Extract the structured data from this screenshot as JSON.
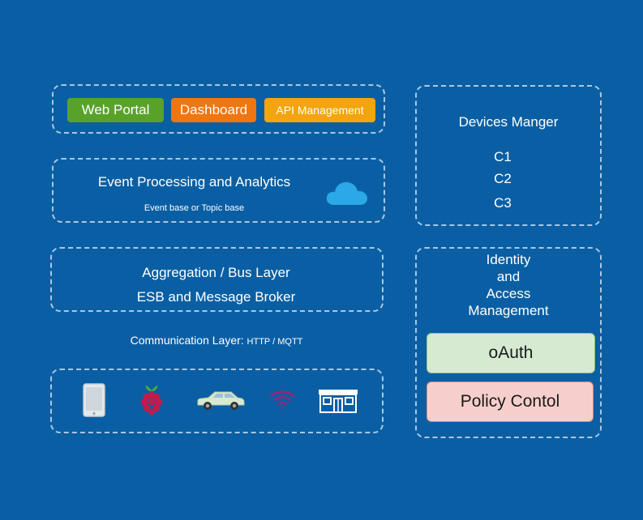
{
  "portal": {
    "web_portal": "Web Portal",
    "dashboard": "Dashboard",
    "api_management": "API Management"
  },
  "event": {
    "title": "Event Processing and Analytics",
    "subtitle": "Event base or Topic base",
    "icon": "cloud-icon"
  },
  "aggregation": {
    "line1": "Aggregation / Bus Layer",
    "line2": "ESB and Message Broker"
  },
  "communication": {
    "label": "Communication Layer:",
    "protocols": "HTTP / MQTT"
  },
  "devices_icons": [
    "mobile-phone-icon",
    "raspberry-pi-icon",
    "car-icon",
    "wifi-icon",
    "house-icon"
  ],
  "devices_manager": {
    "title": "Devices Manger",
    "items": [
      "C1",
      "C2",
      "C3"
    ]
  },
  "identity": {
    "line1": "Identity",
    "line2": "and",
    "line3": "Access",
    "line4": "Management",
    "oauth": "oAuth",
    "policy": "Policy Contol"
  },
  "colors": {
    "background": "#0a5fa4",
    "web_portal": "#59a22a",
    "dashboard": "#f0760f",
    "api_management": "#f3a40e",
    "oauth_fill": "#d6ead2",
    "policy_fill": "#f6cfcd",
    "cloud": "#2aa8e8"
  }
}
